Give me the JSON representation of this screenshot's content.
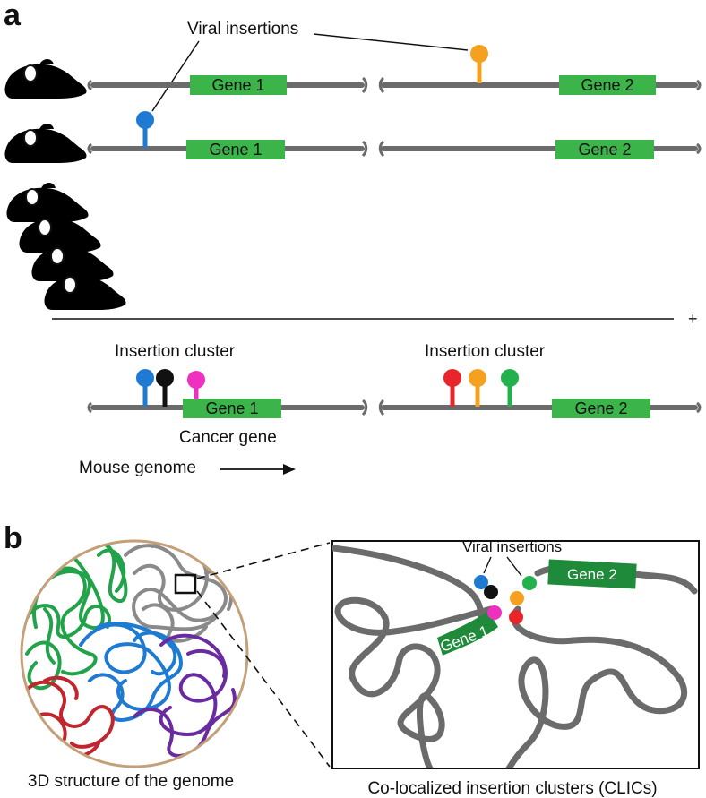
{
  "panel_a": {
    "letter": "a",
    "viral_insertions_label": "Viral insertions",
    "row1": {
      "gene1": "Gene 1",
      "gene2": "Gene 2",
      "mouse_color": "#f5a11f",
      "insertion_color": "#f5a11f"
    },
    "row2": {
      "gene1": "Gene 1",
      "gene2": "Gene 2",
      "mouse_color": "#1f7bd1",
      "insertion_color": "#1f7bd1"
    },
    "stacked_mice_colors": [
      "#e8252b",
      "#111111",
      "#22b14c",
      "#ee2fbf"
    ],
    "plus_sign": "+",
    "cluster_left_label": "Insertion cluster",
    "cluster_right_label": "Insertion cluster",
    "cluster_left_colors": [
      "#1f7bd1",
      "#111111",
      "#ee2fbf"
    ],
    "cluster_right_colors": [
      "#e8252b",
      "#f5a11f",
      "#22b14c"
    ],
    "combined": {
      "gene1": "Gene 1",
      "gene2": "Gene 2"
    },
    "cancer_gene_label": "Cancer gene",
    "mouse_genome_label": "Mouse genome"
  },
  "panel_b": {
    "letter": "b",
    "genome_caption": "3D structure of the genome",
    "zoom_insertions_label": "Viral insertions",
    "zoom_gene1": "Gene 1",
    "zoom_gene2": "Gene 2",
    "zoom_caption": "Co-localized insertion clusters (CLICs)",
    "zoom_insertion_colors": [
      "#1f7bd1",
      "#111111",
      "#ee2fbf",
      "#22b14c",
      "#f5a11f",
      "#e8252b"
    ],
    "territory_colors": [
      "#22a34a",
      "#8a8a8a",
      "#1f7bd1",
      "#c0262e",
      "#6a2aa0"
    ],
    "nucleus_border_color": "#c4a07a"
  }
}
